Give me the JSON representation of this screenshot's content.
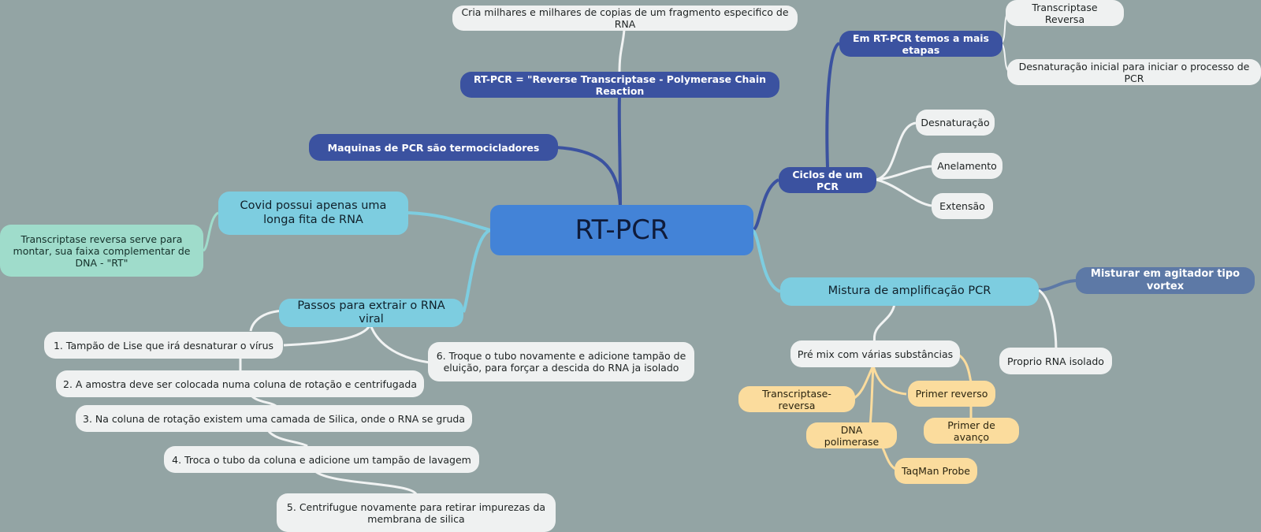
{
  "central": "RT-PCR",
  "nodes": {
    "cria_copias": "Cria milhares e milhares de copias de um fragmento especifico de RNA",
    "rt_pcr_def": "RT-PCR = \"Reverse Transcriptase - Polymerase Chain Reaction",
    "maquinas": "Maquinas de PCR são termocicladores",
    "covid": "Covid possui apenas uma longa fita de RNA",
    "transcriptase_rt": "Transcriptase reversa serve para montar, sua faixa complementar de DNA - \"RT\"",
    "passos": "Passos para extrair o RNA viral",
    "passo1": "1. Tampão de Lise que irá desnaturar o vírus",
    "passo2": "2. A amostra deve ser colocada numa coluna de rotação e centrifugada",
    "passo3": "3. Na coluna de rotação existem uma camada de Silica, onde o RNA se gruda",
    "passo4": "4. Troca o tubo da coluna e adicione um tampão de lavagem",
    "passo5": "5. Centrifugue novamente para retirar impurezas da membrana de silica",
    "passo6": "6. Troque o tubo novamente e adicione tampão de eluição, para forçar a descida do RNA ja isolado",
    "mais_etapas": "Em RT-PCR temos a mais etapas",
    "transcriptase_reversa": "Transcriptase Reversa",
    "desnaturacao_inicial": "Desnaturação inicial para iniciar o processo de PCR",
    "ciclos": "Ciclos de um PCR",
    "desnaturacao": "Desnaturação",
    "anelamento": "Anelamento",
    "extensao": "Extensão",
    "mistura": "Mistura de amplificação PCR",
    "vortex": "Misturar em agitador tipo vortex",
    "proprio_rna": "Proprio RNA isolado",
    "pre_mix": "Pré mix com várias substâncias",
    "transcriptase_rev2": "Transcriptase-reversa",
    "primer_reverso": "Primer reverso",
    "primer_avanco": "Primer de avanço",
    "dna_polimerase": "DNA polimerase",
    "taqman": "TaqMan Probe"
  },
  "colors": {
    "background": "#93a4a4",
    "central": "#4383d7",
    "dark_blue": "#3b52a0",
    "slate_blue": "#5d79a6",
    "cyan": "#7dcde0",
    "mint": "#9fdccb",
    "white": "#eff1f1",
    "yellow": "#fbdc9d"
  }
}
